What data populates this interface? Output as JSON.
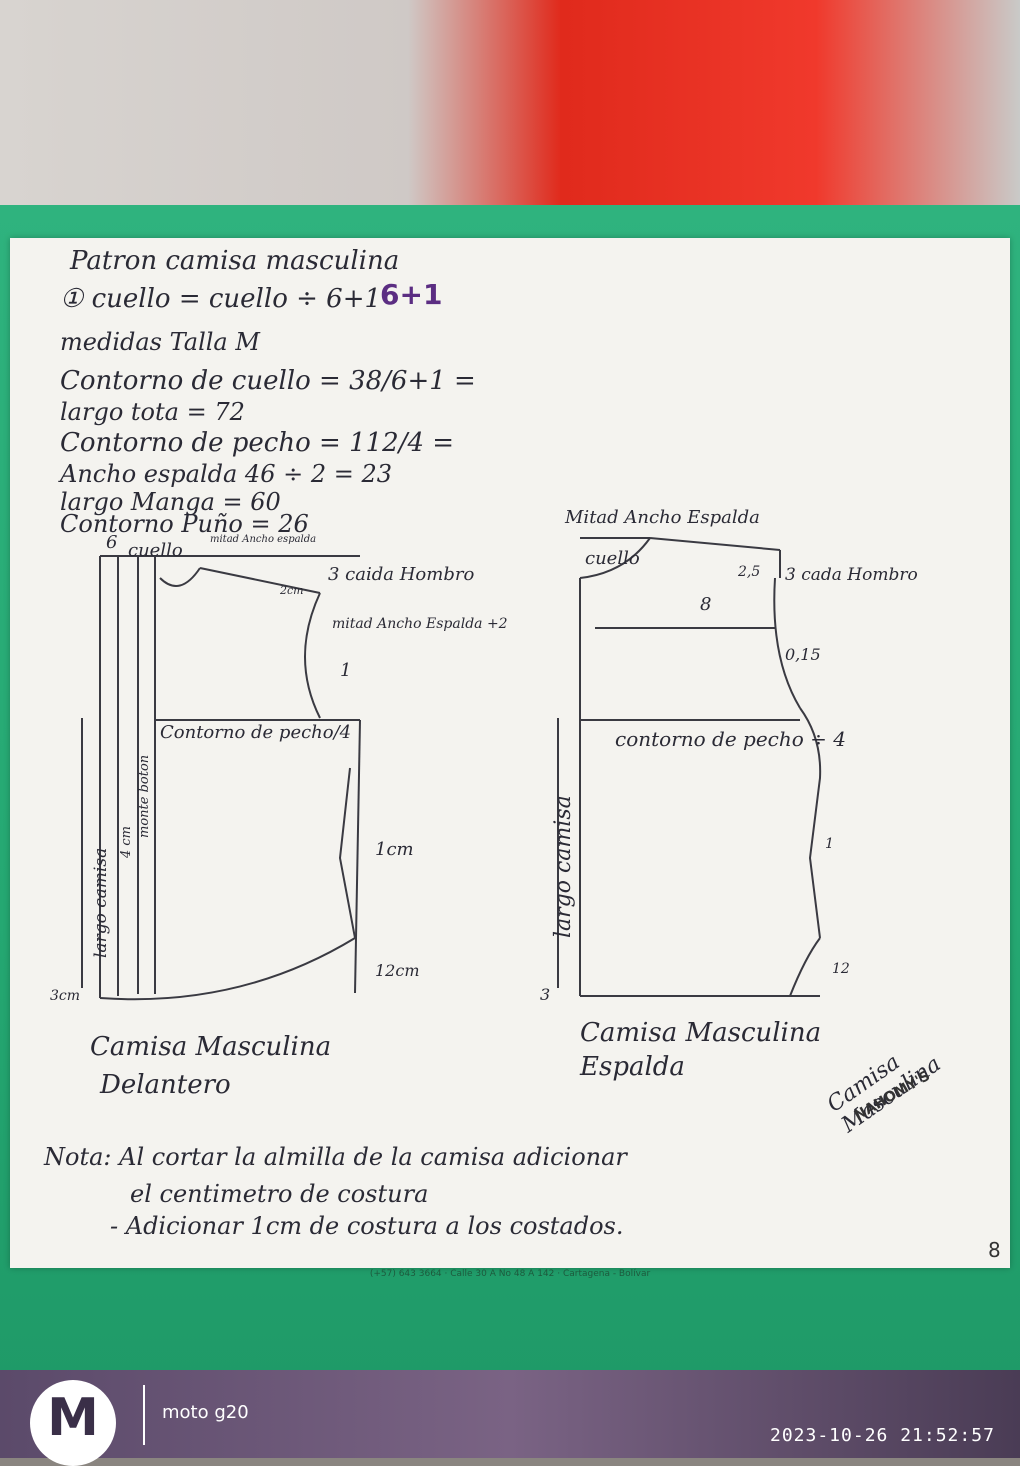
{
  "photo": {
    "camera_model": "moto g20",
    "timestamp": "2023-10-26  21:52:57"
  },
  "sheet": {
    "title": "Patron camisa masculina",
    "lines": [
      "① cuello = cuello ÷ 6+1",
      "medidas Talla M",
      "Contorno de cuello = 38/6+1 =",
      "largo tota = 72",
      "Contorno de pecho = 112/4 =",
      "Ancho espalda 46 ÷ 2 = 23",
      "largo Manga = 60",
      "Contorno Puño = 26"
    ],
    "front": {
      "caption_1": "Camisa Masculina",
      "caption_2": "Delantero",
      "labels": {
        "six": "6",
        "cuello": "cuello",
        "mitad_ancho_espalda": "mitad Ancho espalda",
        "caida_hombro": "3 caida Hombro",
        "two_cm": "2cm",
        "mitad_ancho_espalda_2": "mitad Ancho Espalda +2",
        "one": "1",
        "contorno_pecho": "Contorno de pecho/4",
        "largo_camisa": "largo camisa",
        "four_cm": "4 cm",
        "monte_boton": "monte boton",
        "one_cm": "1cm",
        "twelve_cm": "12cm",
        "three_cm": "3cm"
      }
    },
    "back": {
      "caption_1": "Camisa Masculina",
      "caption_2": "Espalda",
      "labels": {
        "mitad_ancho_espalda": "Mitad Ancho Espalda",
        "cuello": "cuello",
        "two_5": "2,5",
        "caida_hombro": "3 cada Hombro",
        "eight": "8",
        "zero_15": "0,15",
        "contorno_pecho": "contorno de pecho ÷ 4",
        "largo_camisa": "largo camisa",
        "one": "1",
        "twelve": "12",
        "three": "3"
      }
    },
    "notes": [
      "Nota: Al cortar la almilla de la camisa adicionar",
      "el centimetro de costura",
      "- Adicionar 1cm de costura a los costados."
    ],
    "signature": "Camisa Masculina",
    "stamp": "NAHOMY'S",
    "page_number": "8",
    "folder_print": "(+57) 643 3664 · Calle 30 A No 48 A 142 · Cartagena - Bolívar"
  }
}
